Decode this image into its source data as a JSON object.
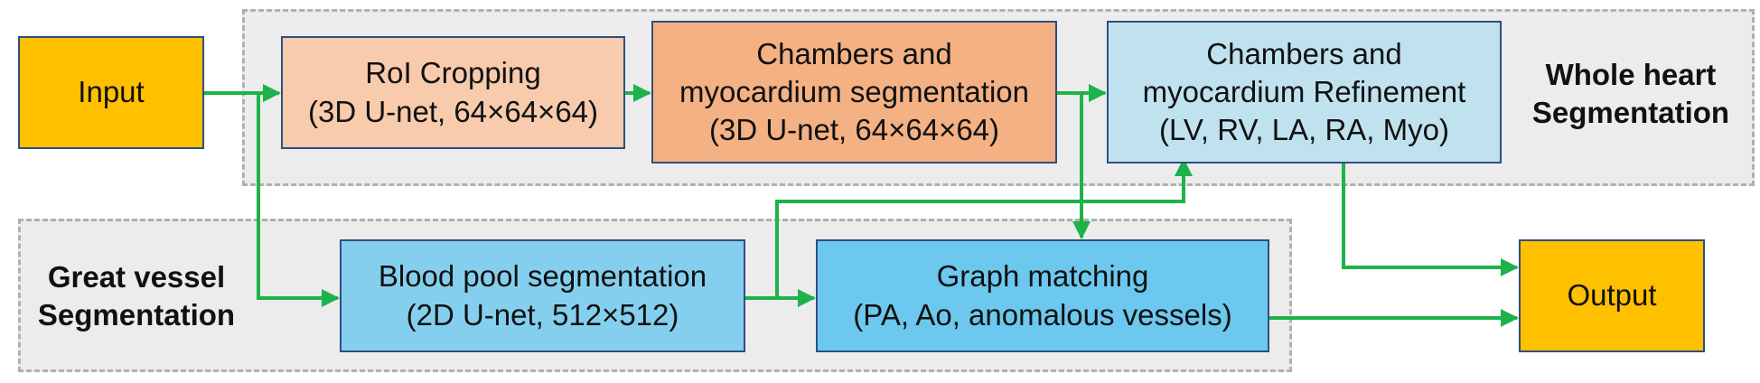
{
  "colors": {
    "input_output": "#ffc000",
    "roi": "#f8cbad",
    "chambers_seg": "#f4b183",
    "refinement": "#c0e2ef",
    "blood_pool": "#85cfee",
    "graph": "#6cc8ee",
    "arrow": "#1db34a",
    "group_fill": "#ececec",
    "group_border": "#b0b0b0"
  },
  "groups": {
    "whole_heart": {
      "line1": "Whole heart",
      "line2": "Segmentation"
    },
    "great_vessel": {
      "line1": "Great vessel",
      "line2": "Segmentation"
    }
  },
  "nodes": {
    "input": {
      "label": "Input"
    },
    "output": {
      "label": "Output"
    },
    "roi": {
      "line1": "RoI Cropping",
      "line2": "(3D U-net, 64×64×64)"
    },
    "chambers_seg": {
      "line1": "Chambers and",
      "line2": "myocardium segmentation",
      "line3": "(3D U-net, 64×64×64)"
    },
    "refinement": {
      "line1": "Chambers and",
      "line2": "myocardium Refinement",
      "line3": "(LV, RV, LA, RA, Myo)"
    },
    "blood_pool": {
      "line1": "Blood pool segmentation",
      "line2": "(2D U-net, 512×512)"
    },
    "graph": {
      "line1": "Graph matching",
      "line2": "(PA, Ao, anomalous vessels)"
    }
  },
  "edges": [
    {
      "from": "input",
      "to": "roi"
    },
    {
      "from": "input",
      "to": "blood_pool"
    },
    {
      "from": "roi",
      "to": "chambers_seg"
    },
    {
      "from": "chambers_seg",
      "to": "refinement"
    },
    {
      "from": "chambers_seg",
      "to": "graph"
    },
    {
      "from": "blood_pool",
      "to": "graph"
    },
    {
      "from": "blood_pool",
      "to": "refinement"
    },
    {
      "from": "refinement",
      "to": "output"
    },
    {
      "from": "graph",
      "to": "output"
    }
  ]
}
